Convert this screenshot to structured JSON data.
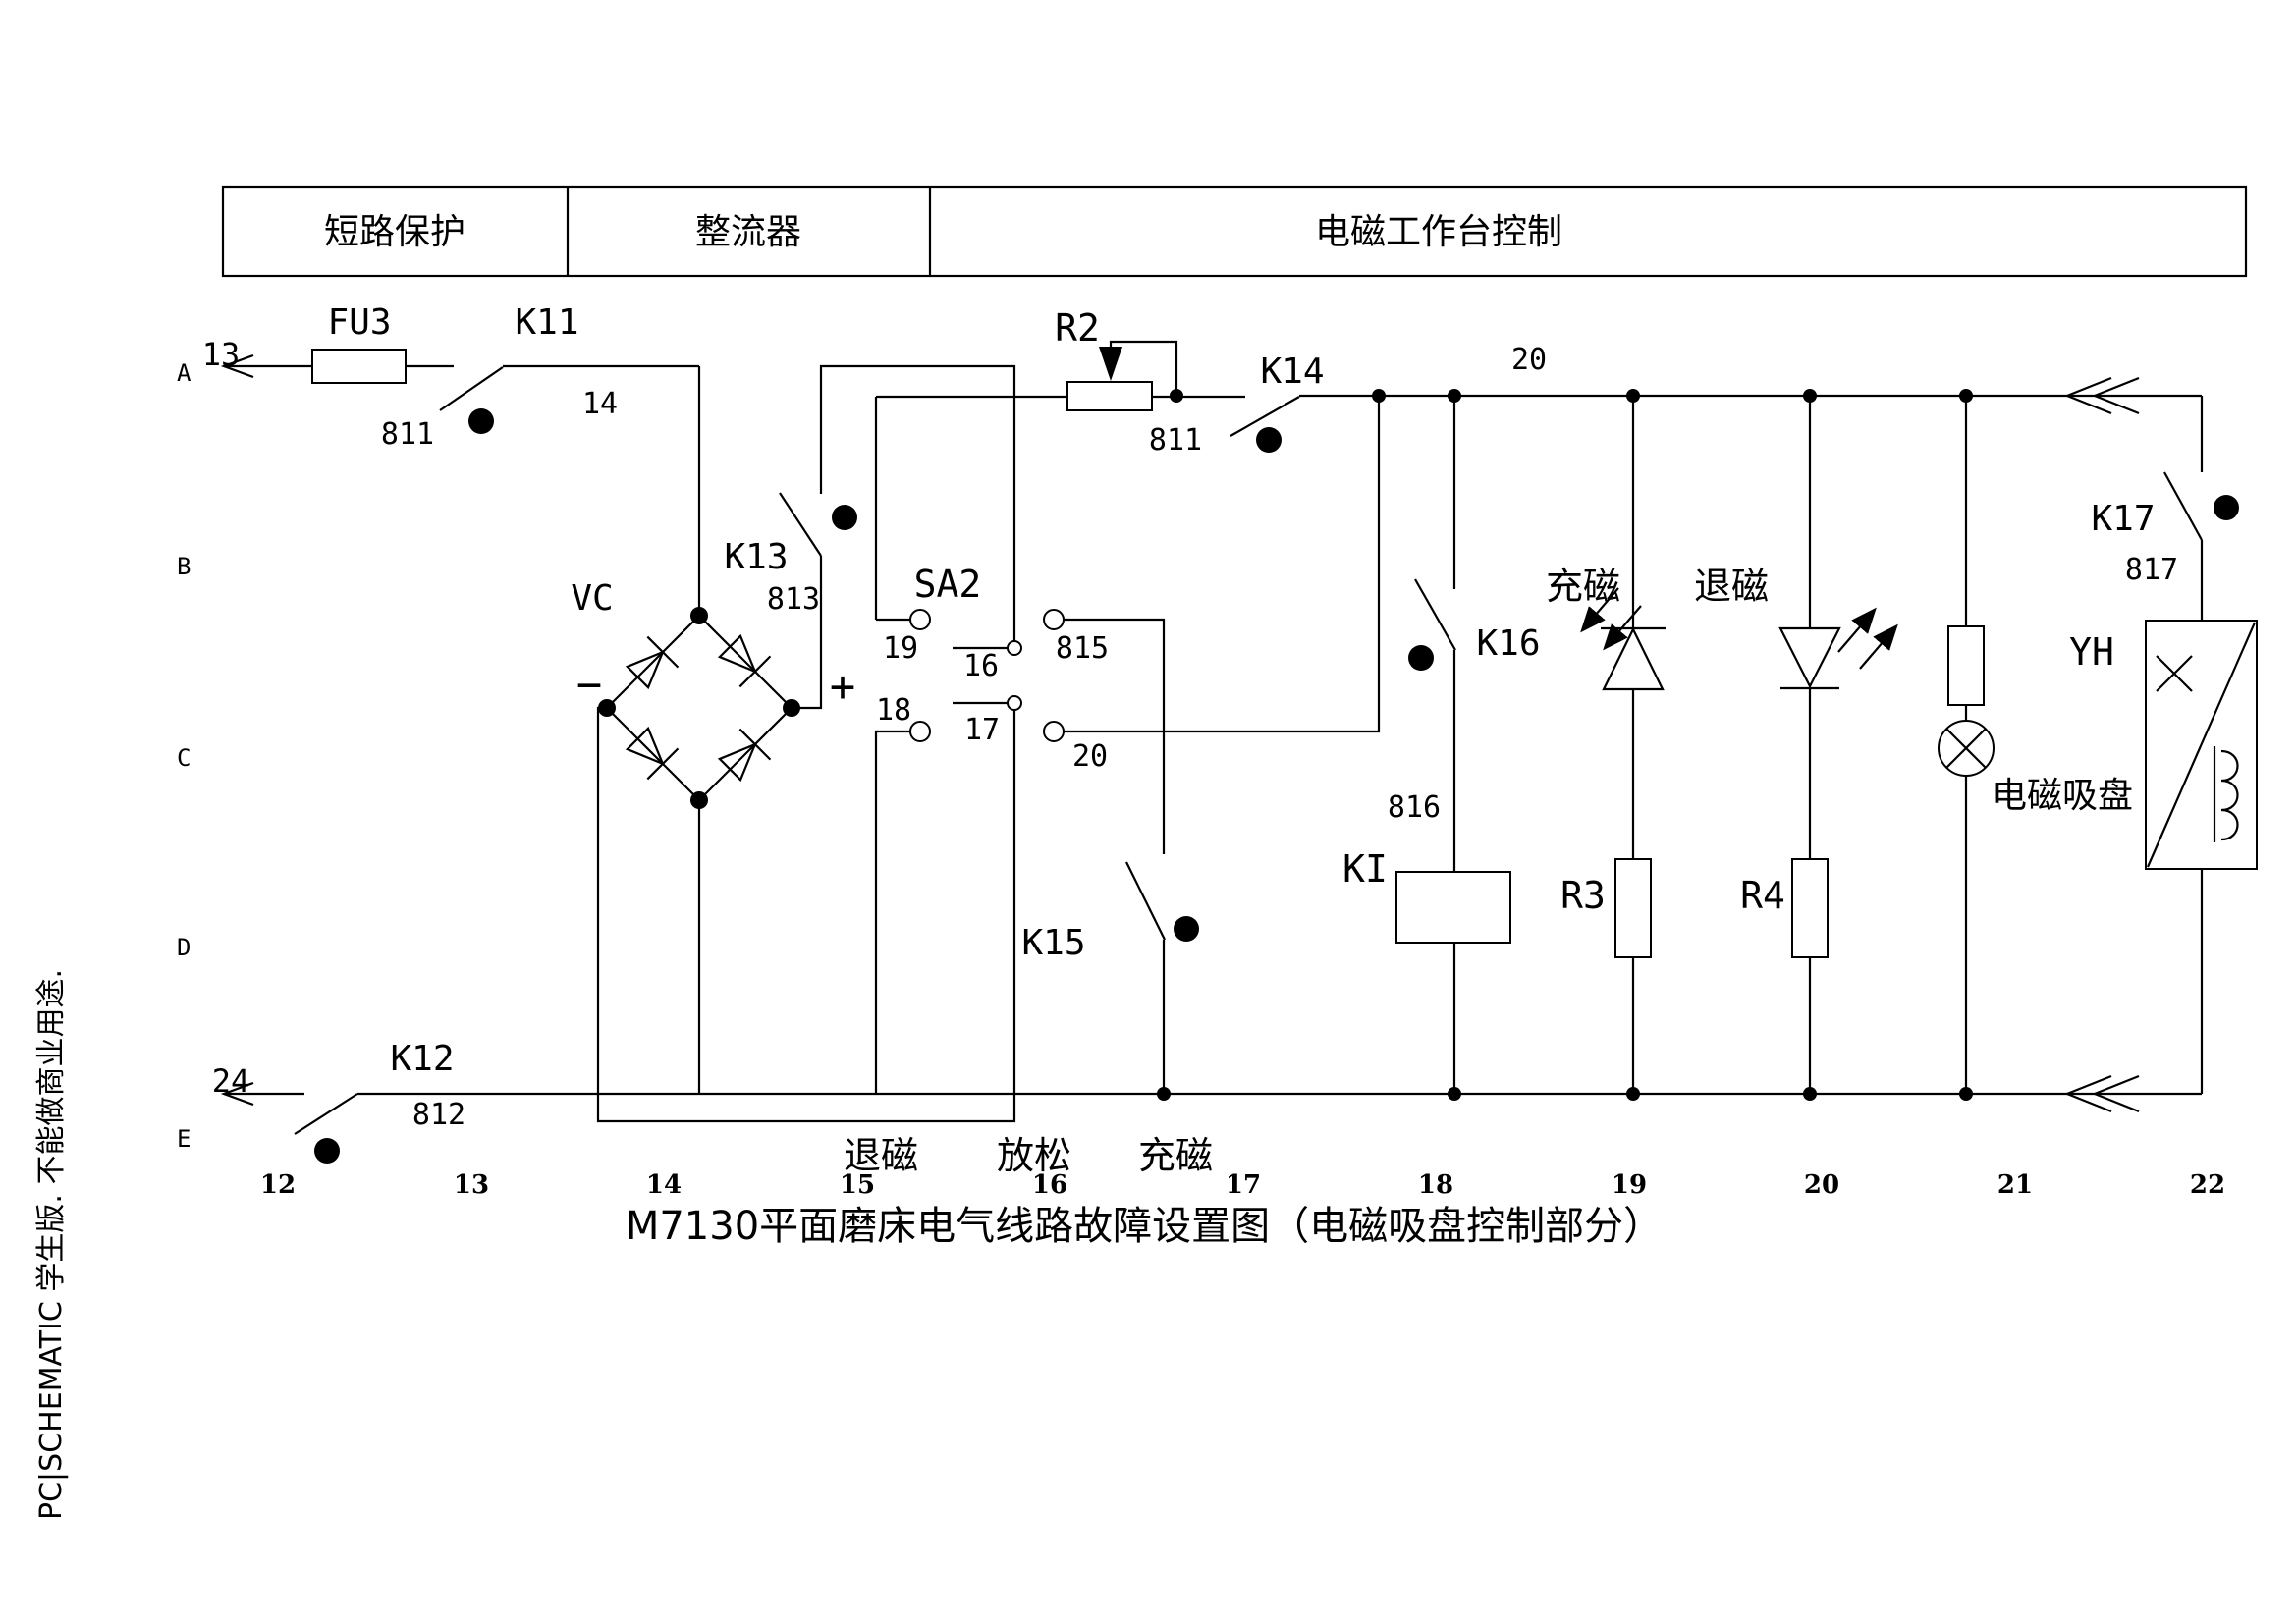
{
  "header": {
    "cells": [
      "短路保护",
      "整流器",
      "电磁工作台控制"
    ]
  },
  "components": {
    "fu3": "FU3",
    "k11": "K11",
    "k12": "K12",
    "k13": "K13",
    "k14": "K14",
    "k15": "K15",
    "k16": "K16",
    "k17": "K17",
    "vc": "VC",
    "sa2": "SA2",
    "r2": "R2",
    "r3": "R3",
    "r4": "R4",
    "ki": "KI",
    "yh": "YH",
    "chuck_label": "电磁吸盘",
    "minus": "−",
    "plus": "+"
  },
  "wire_numbers": {
    "w13": "13",
    "w24": "24",
    "w14": "14",
    "w811_k11": "811",
    "w811_k14": "811",
    "w812": "812",
    "w813": "813",
    "w815": "815",
    "w816": "816",
    "w817": "817",
    "w20_rail": "20",
    "w20_contact": "20",
    "c16": "16",
    "c17": "17",
    "c18": "18",
    "c19": "19"
  },
  "sa2_positions": [
    "退磁",
    "放松",
    "充磁"
  ],
  "led_labels": {
    "charge": "充磁",
    "demag": "退磁"
  },
  "rows": [
    "A",
    "B",
    "C",
    "D",
    "E"
  ],
  "columns": [
    "12",
    "13",
    "14",
    "15",
    "16",
    "17",
    "18",
    "19",
    "20",
    "21",
    "22"
  ],
  "title": "M7130平面磨床电气线路故障设置图（电磁吸盘控制部分）",
  "watermark": "PC|SCHEMATIC 学生版.  不能做商业用途.",
  "colors": {
    "line": "#000000",
    "background": "#ffffff"
  }
}
